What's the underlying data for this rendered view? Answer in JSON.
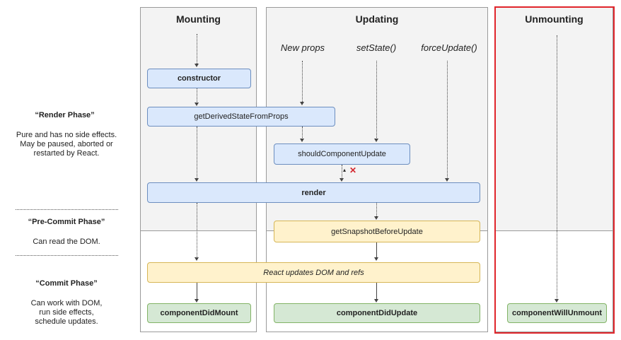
{
  "columns": {
    "mounting": "Mounting",
    "updating": "Updating",
    "unmounting": "Unmounting"
  },
  "triggers": {
    "new_props": "New props",
    "set_state": "setState()",
    "force_update": "forceUpdate()"
  },
  "methods": {
    "constructor": "constructor",
    "get_derived_state": "getDerivedStateFromProps",
    "should_update": "shouldComponentUpdate",
    "render": "render",
    "get_snapshot": "getSnapshotBeforeUpdate",
    "react_updates": "React updates DOM and refs",
    "did_mount": "componentDidMount",
    "did_update": "componentDidUpdate",
    "will_unmount": "componentWillUnmount"
  },
  "phases": {
    "render": {
      "title": "“Render Phase”",
      "lines": [
        "Pure and has no side effects.",
        "May be paused, aborted or",
        "restarted by React."
      ]
    },
    "precommit": {
      "title": "“Pre-Commit Phase”",
      "lines": [
        "Can read the DOM."
      ]
    },
    "commit": {
      "title": "“Commit Phase”",
      "lines": [
        "Can work with DOM,",
        "run side effects,",
        "schedule updates."
      ]
    }
  },
  "markers": {
    "rejected": "✕"
  },
  "colors": {
    "render_method": "#dae8fc",
    "precommit_method": "#fff2cc",
    "commit_method": "#d5e8d4",
    "highlight": "#e0252b"
  }
}
